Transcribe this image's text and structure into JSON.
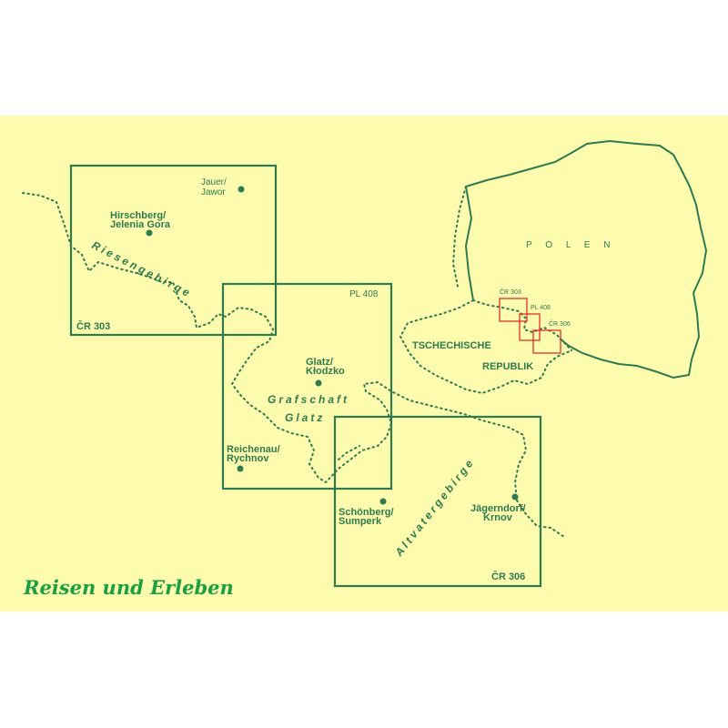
{
  "colors": {
    "background": "#fdfcae",
    "map_green": "#2f7a4f",
    "overview_red": "#e0302a",
    "logo_green": "#1aa040"
  },
  "map_sheets": [
    {
      "id": "cr303",
      "label": "ČR 303"
    },
    {
      "id": "pl408",
      "label": "PL 408"
    },
    {
      "id": "cr306",
      "label": "ČR 306"
    }
  ],
  "towns": [
    {
      "line1": "Jauer/",
      "line2": "Jawor"
    },
    {
      "line1": "Hirschberg/",
      "line2": "Jelenia Gora"
    },
    {
      "line1": "Glatz/",
      "line2": "Kłodzko"
    },
    {
      "line1": "Reichenau/",
      "line2": "Rychnov"
    },
    {
      "line1": "Schönberg/",
      "line2": "Sumperk"
    },
    {
      "line1": "Jägerndorf/",
      "line2": "Krnov"
    }
  ],
  "regions": {
    "riesengebirge": "Riesengebirge",
    "grafschaft": "Grafschaft",
    "glatz": "Glatz",
    "altvatergebirge": "Altvatergebirge"
  },
  "overview": {
    "poland": "P O L E N",
    "czech1": "TSCHECHISCHE",
    "czech2": "REPUBLIK"
  },
  "logo": "Reisen und Erleben"
}
